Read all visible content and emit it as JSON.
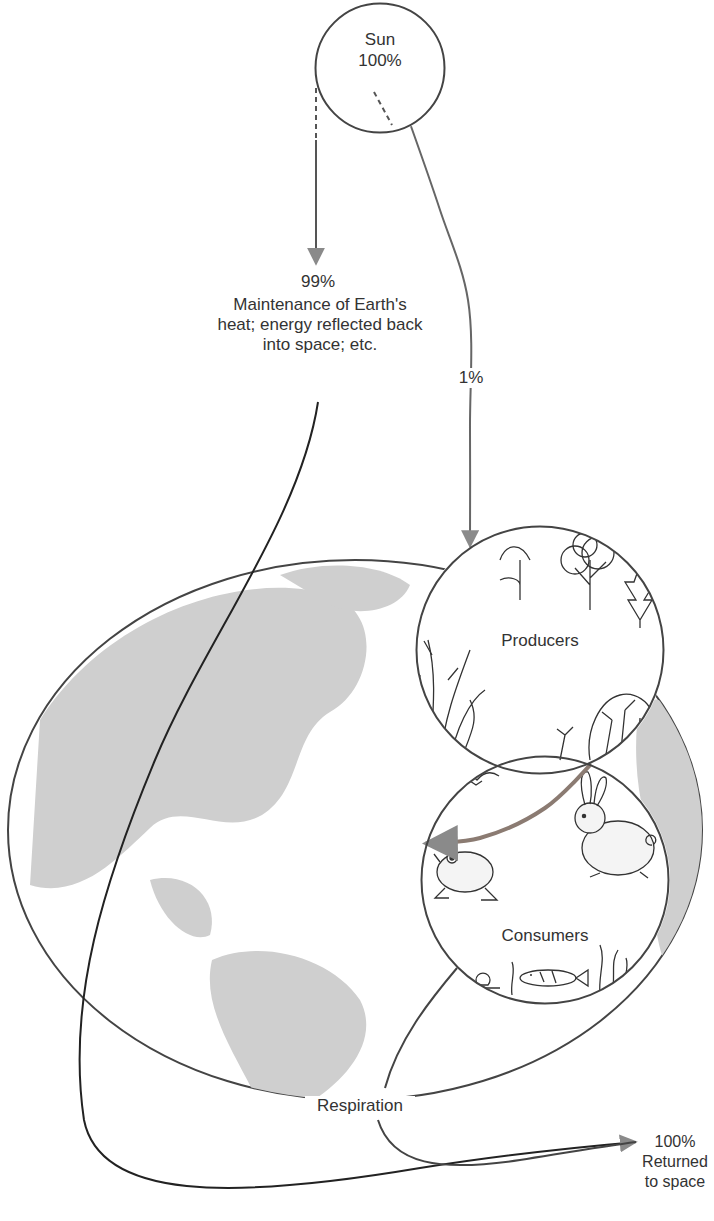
{
  "diagram": {
    "nodes": [
      {
        "text": [
          "Sun",
          "100%"
        ]
      },
      {
        "text": [
          "Producers"
        ]
      },
      {
        "text": [
          "Consumers"
        ]
      }
    ],
    "edges": [
      {
        "from": 0,
        "to": 1,
        "arrow": "to",
        "label": "1%"
      },
      {
        "from": 1,
        "to": 2,
        "arrow": "to"
      }
    ],
    "labels": [
      "99%",
      "Maintenance of Earth's heat; energy reflected back into space; etc.",
      "Respiration",
      "100%",
      "Returned to space"
    ]
  }
}
